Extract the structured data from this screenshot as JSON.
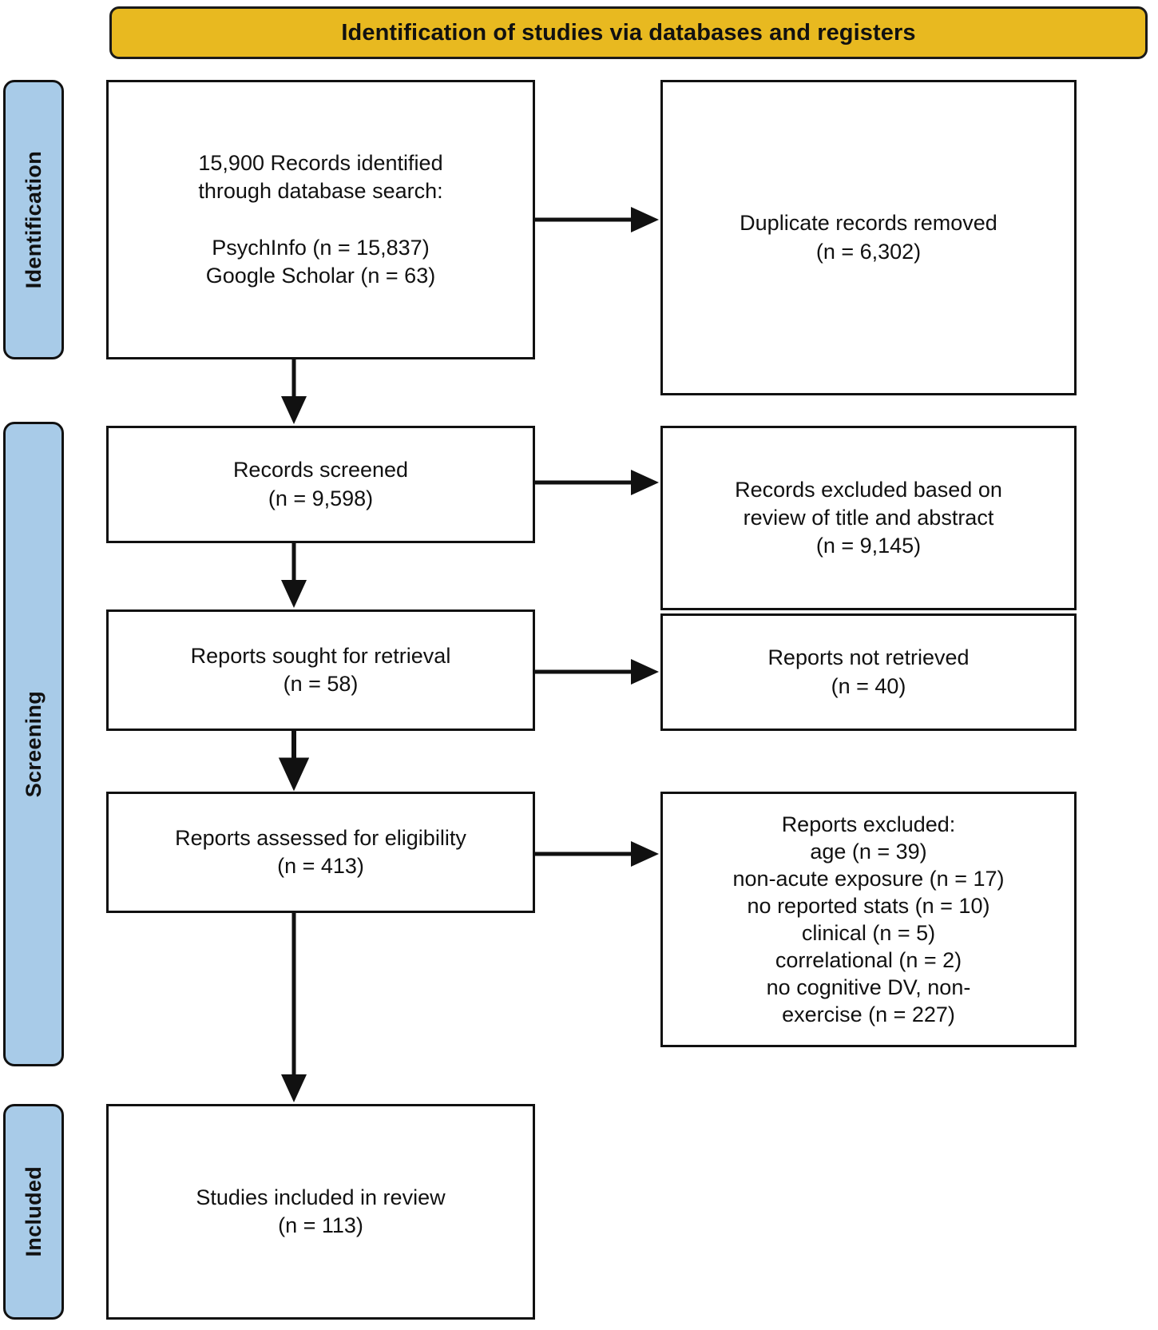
{
  "header": {
    "title": "Identification of studies via databases and registers",
    "fill_color": "#E8B920"
  },
  "stages": {
    "identification_label": "Identification",
    "screening_label": "Screening",
    "included_label": "Included",
    "fill_color": "#A8CBE8"
  },
  "boxes": {
    "identified": "15,900 Records identified\nthrough database search:\n\nPsychInfo (n = 15,837)\nGoogle Scholar (n = 63)",
    "duplicates_removed": "Duplicate records removed\n(n = 6,302)",
    "records_screened": "Records screened\n(n = 9,598)",
    "records_excluded": "Records excluded based on\nreview of title and abstract\n(n = 9,145)",
    "reports_sought": "Reports sought for retrieval\n(n = 58)",
    "reports_not_retrieved": "Reports not retrieved\n(n = 40)",
    "reports_assessed": "Reports assessed for eligibility\n(n = 413)",
    "reports_excluded_reasons": "Reports excluded:\nage (n = 39)\nnon-acute exposure (n = 17)\nno reported stats (n = 10)\nclinical (n = 5)\ncorrelational (n = 2)\nno cognitive DV, non-\nexercise (n = 227)",
    "studies_included": "Studies included in review\n(n = 113)"
  },
  "flow_data": {
    "type": "prisma-flow",
    "records_identified_total": 15900,
    "sources": [
      {
        "name": "PsychInfo",
        "n": 15837
      },
      {
        "name": "Google Scholar",
        "n": 63
      }
    ],
    "duplicates_removed": 6302,
    "records_screened": 9598,
    "records_excluded_title_abstract": 9145,
    "reports_sought_for_retrieval": 58,
    "reports_not_retrieved": 40,
    "reports_assessed_for_eligibility": 413,
    "reports_excluded_reasons": [
      {
        "reason": "age",
        "n": 39
      },
      {
        "reason": "non-acute exposure",
        "n": 17
      },
      {
        "reason": "no reported stats",
        "n": 10
      },
      {
        "reason": "clinical",
        "n": 5
      },
      {
        "reason": "correlational",
        "n": 2
      },
      {
        "reason": "no cognitive DV, non-exercise",
        "n": 227
      }
    ],
    "studies_included_in_review": 113
  }
}
